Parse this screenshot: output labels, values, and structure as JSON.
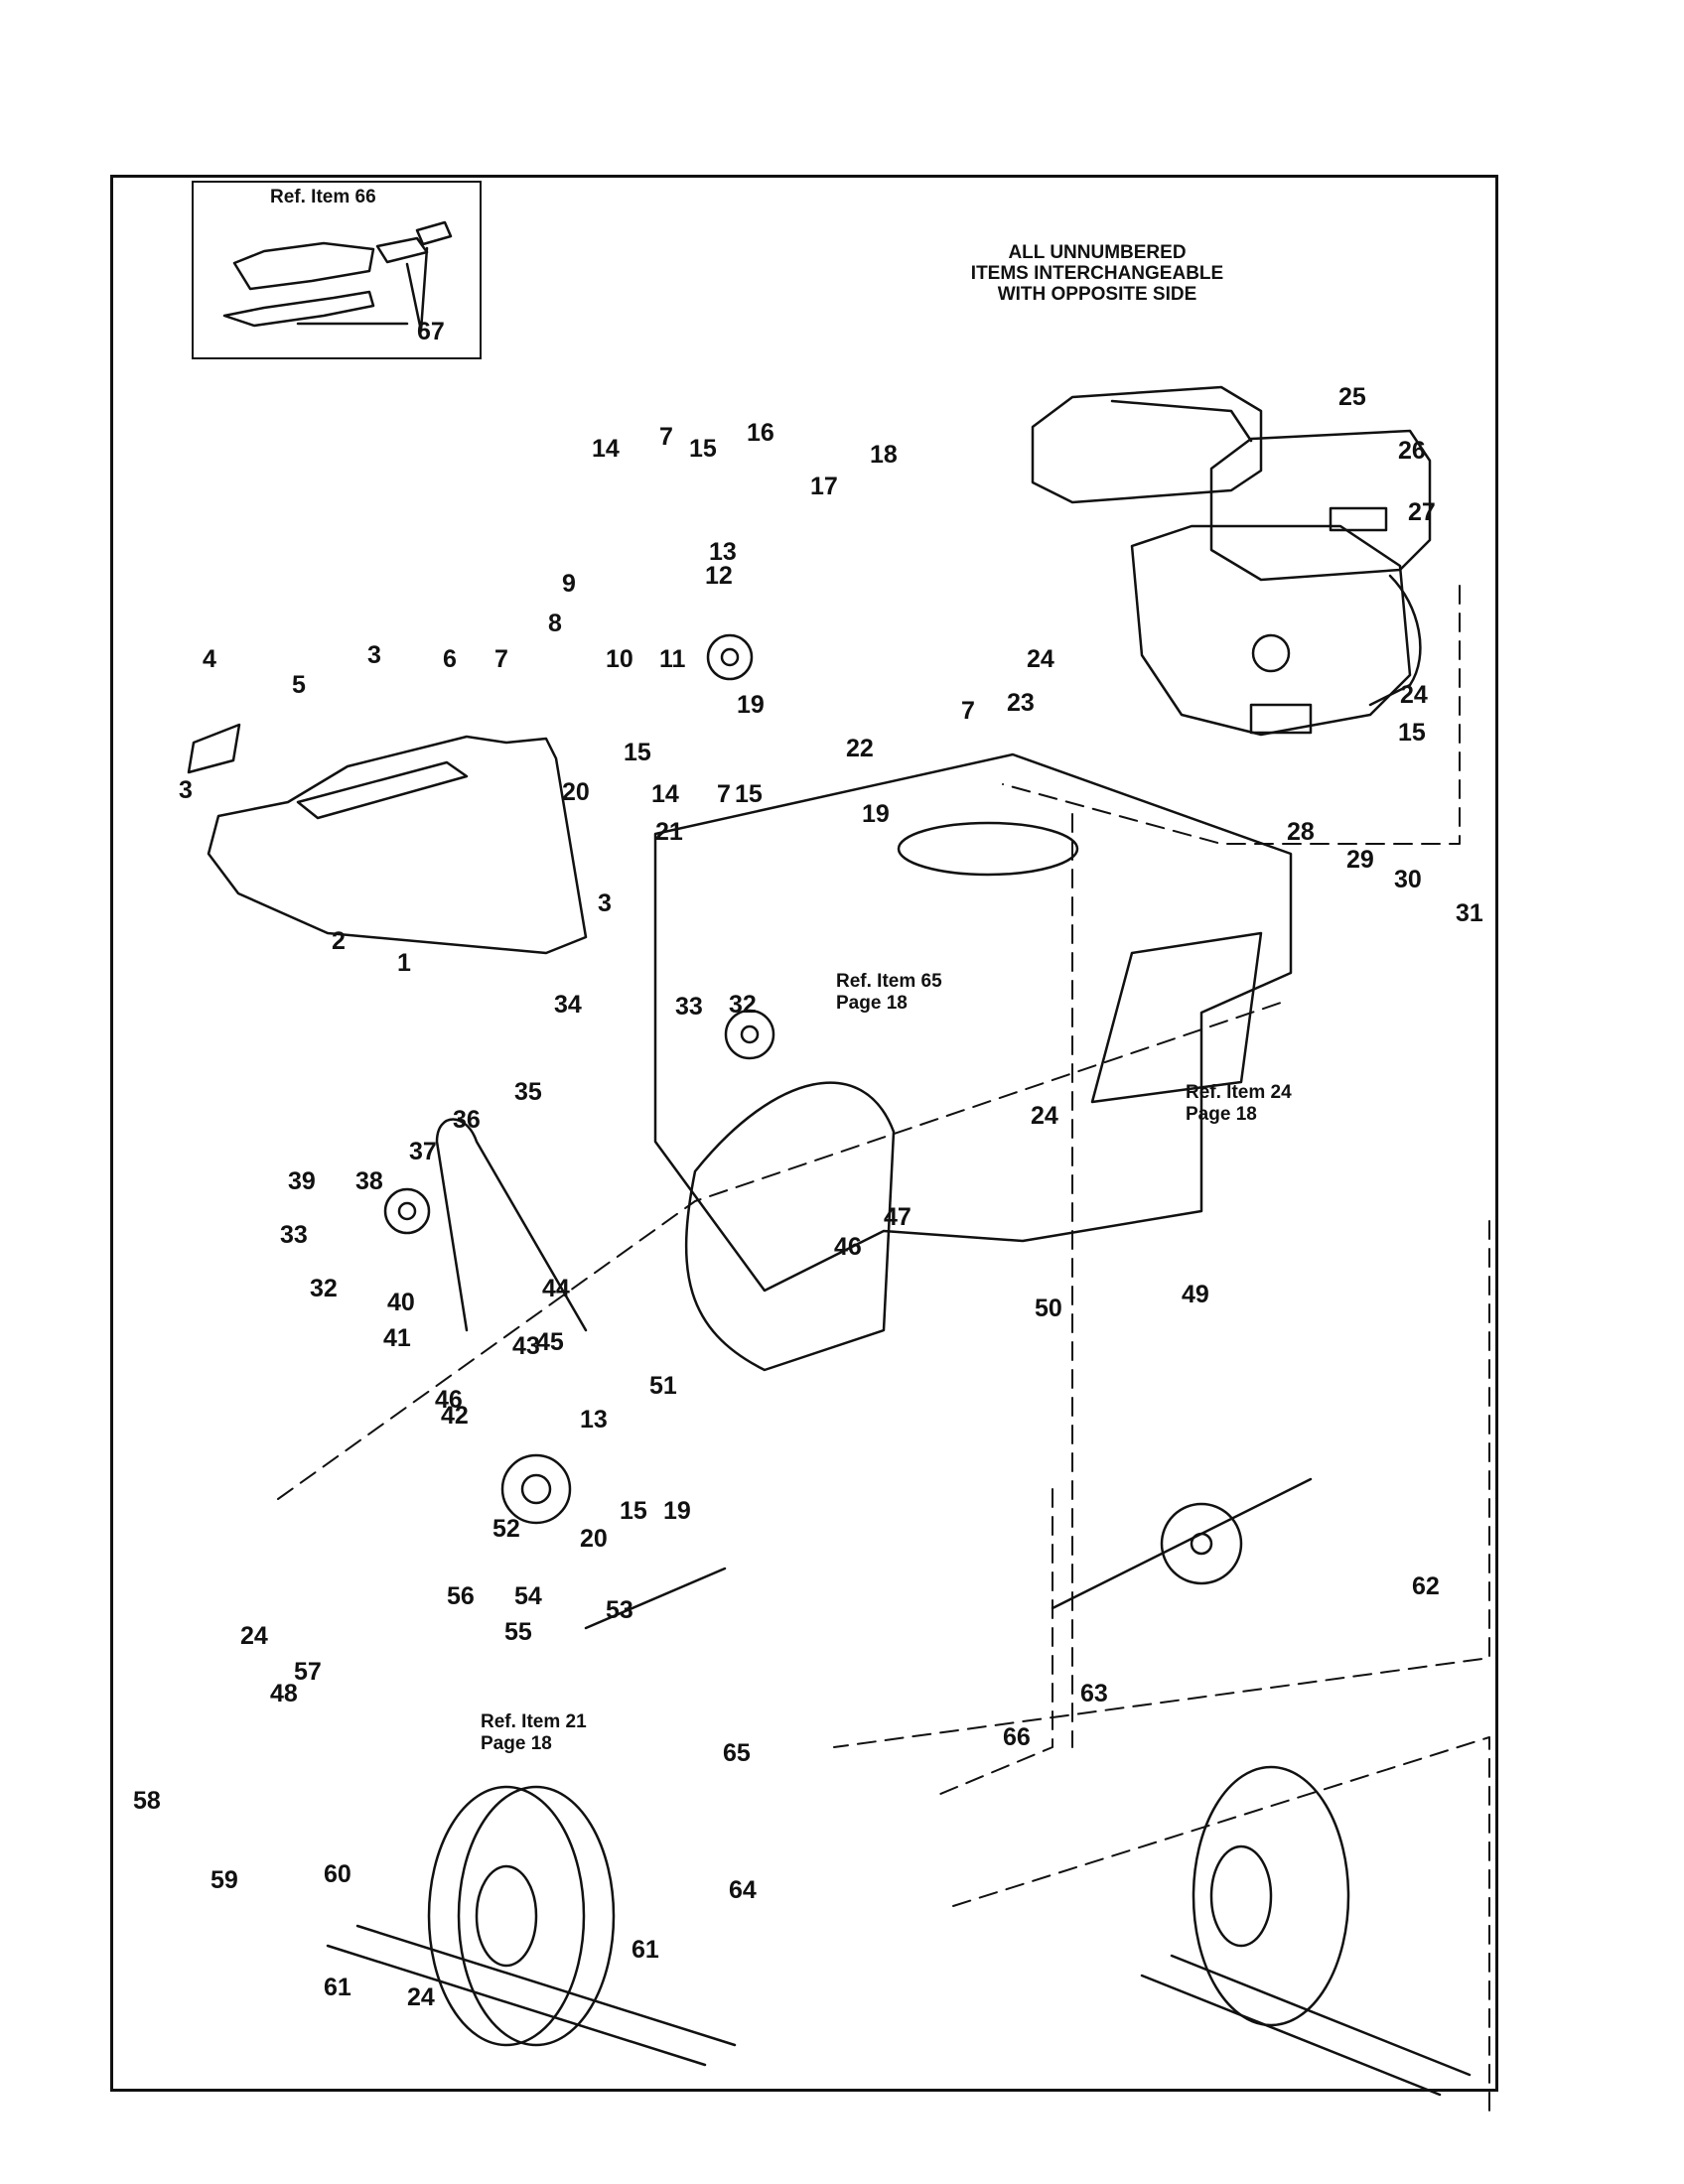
{
  "note": [
    "ALL UNNUMBERED",
    "ITEMS INTERCHANGEABLE",
    "WITH OPPOSITE SIDE"
  ],
  "refs": [
    {
      "lines": [
        "Ref. Item 66"
      ]
    },
    {
      "lines": [
        "Ref. Item 65",
        "Page 18"
      ]
    },
    {
      "lines": [
        "Ref. Item 24",
        "Page 18"
      ]
    },
    {
      "lines": [
        "Ref. Item 21",
        "Page 18"
      ]
    }
  ],
  "labels": [
    "67",
    "1",
    "2",
    "3",
    "3",
    "3",
    "3",
    "4",
    "5",
    "6",
    "7",
    "7",
    "7",
    "7",
    "8",
    "9",
    "10",
    "11",
    "12",
    "13",
    "13",
    "14",
    "14",
    "15",
    "15",
    "15",
    "15",
    "15",
    "16",
    "17",
    "18",
    "19",
    "19",
    "19",
    "20",
    "20",
    "21",
    "22",
    "23",
    "24",
    "24",
    "24",
    "24",
    "24",
    "25",
    "26",
    "27",
    "28",
    "29",
    "30",
    "31",
    "32",
    "32",
    "33",
    "33",
    "34",
    "35",
    "36",
    "37",
    "38",
    "39",
    "40",
    "41",
    "42",
    "43",
    "44",
    "45",
    "46",
    "46",
    "47",
    "48",
    "49",
    "50",
    "51",
    "52",
    "53",
    "54",
    "55",
    "56",
    "57",
    "58",
    "59",
    "60",
    "61",
    "61",
    "62",
    "63",
    "64",
    "65",
    "66"
  ]
}
